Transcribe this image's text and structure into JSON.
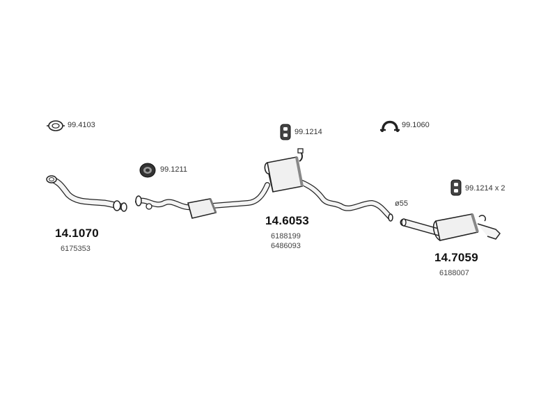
{
  "hardware": [
    {
      "id": "ring",
      "number": "99.4103"
    },
    {
      "id": "hanger-a",
      "number": "99.1214"
    },
    {
      "id": "clamp",
      "number": "99.1060"
    },
    {
      "id": "rubber-mount",
      "number": "99.1211"
    },
    {
      "id": "hanger-b",
      "number": "99.1214 x 2"
    }
  ],
  "parts": [
    {
      "id": "front-pipe",
      "number": "14.1070",
      "oe_numbers": [
        "6175353"
      ]
    },
    {
      "id": "middle-section",
      "number": "14.6053",
      "oe_numbers": [
        "6188199",
        "6486093"
      ]
    },
    {
      "id": "rear-silencer",
      "number": "14.7059",
      "oe_numbers": [
        "6188007"
      ]
    }
  ],
  "diameter_label": "ø55",
  "colors": {
    "line": "#222222",
    "fill": "#f2f2f2",
    "shade": "#bdbdbd"
  }
}
